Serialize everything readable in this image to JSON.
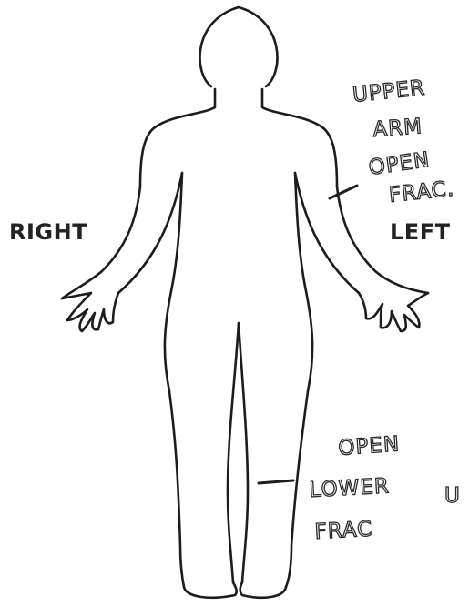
{
  "labels": {
    "right": "RIGHT",
    "left": "LEFT"
  },
  "annotations": {
    "upper_arm": {
      "line1": "UPPER",
      "line2": "ARM",
      "line3": "OPEN",
      "line4": "FRAC."
    },
    "lower_leg": {
      "line1": "OPEN",
      "line2": "LOWER",
      "line3": "FRAC",
      "trailing": "U"
    }
  },
  "colors": {
    "ink": "#1c1c1c",
    "background": "#ffffff"
  }
}
